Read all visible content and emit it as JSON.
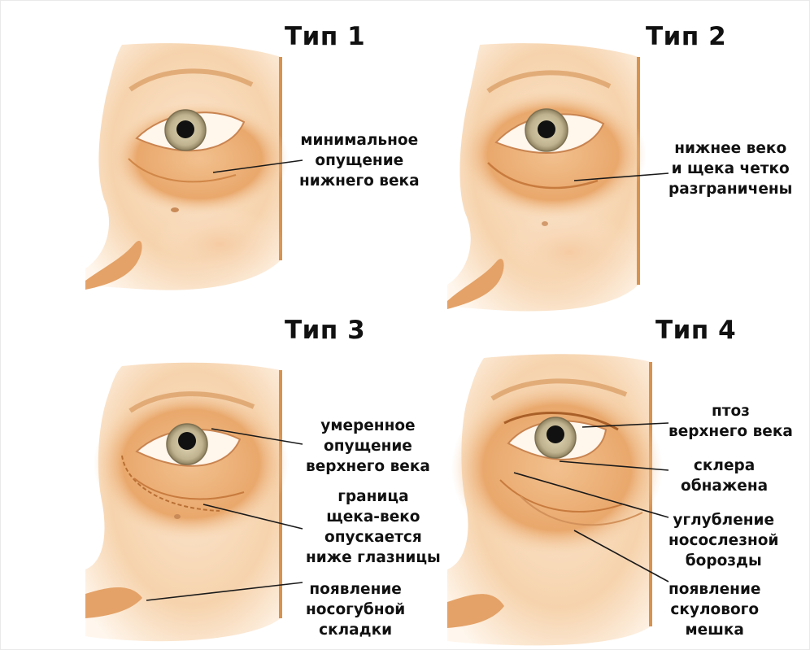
{
  "panels": [
    {
      "title": "Тип 1",
      "labels": [
        {
          "lines": [
            "минимальное",
            "опущение",
            "нижнего века"
          ]
        }
      ]
    },
    {
      "title": "Тип 2",
      "labels": [
        {
          "lines": [
            "нижнее веко",
            "и щека четко",
            "разграничены"
          ]
        }
      ]
    },
    {
      "title": "Тип 3",
      "labels": [
        {
          "lines": [
            "умеренное",
            "опущение",
            "верхнего века"
          ]
        },
        {
          "lines": [
            "граница",
            "щека-веко",
            "опускается",
            "ниже глазницы"
          ]
        },
        {
          "lines": [
            "появление",
            "носогубной",
            "складки"
          ]
        }
      ]
    },
    {
      "title": "Тип 4",
      "labels": [
        {
          "lines": [
            "птоз",
            "верхнего века"
          ]
        },
        {
          "lines": [
            "склера",
            "обнажена"
          ]
        },
        {
          "lines": [
            "углубление",
            "носослезной",
            "борозды"
          ]
        },
        {
          "lines": [
            "появление",
            "скулового",
            "мешка"
          ]
        }
      ]
    }
  ],
  "colors": {
    "skin_light": "#fbe6cf",
    "skin_mid": "#f3c79b",
    "skin_dark": "#d98a48",
    "iris": "#c9bfa0",
    "text": "#111111"
  }
}
